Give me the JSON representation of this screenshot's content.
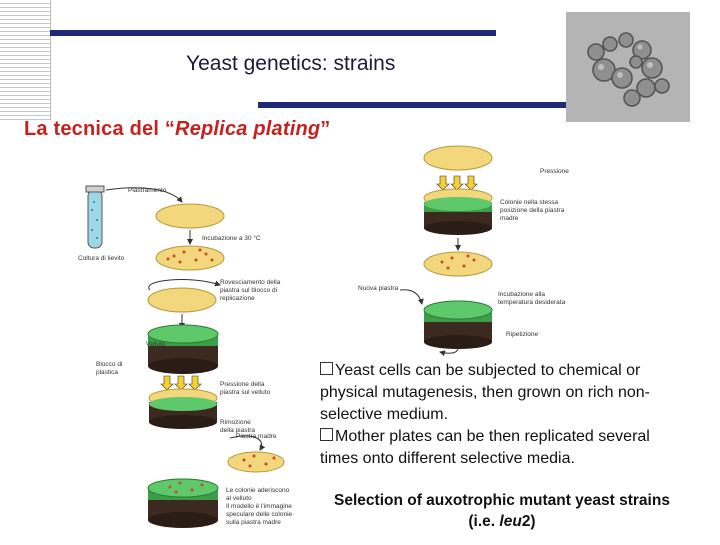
{
  "slide": {
    "title": "Yeast genetics: strains",
    "banner_prefix": "La tecnica del “",
    "banner_italic": "Replica plating",
    "banner_suffix": "”"
  },
  "diagram_labels": {
    "plastramento": "Plastramento",
    "incubazione": "Incubazione a 30 °C",
    "coltura": "Coltura di lievito",
    "rovesciamento": [
      "Rovesciamento della",
      "piastra sul blocco di",
      "replicazione"
    ],
    "velluto": "Velluto",
    "blocco": [
      "Blocco di",
      "plastica"
    ],
    "pressione_velluto": [
      "Pressione della",
      "piastra sul velluto"
    ],
    "piastra_madre": "Piastra madre",
    "rimozione": [
      "Rimozione",
      "della piastra"
    ],
    "colonie_aderiscono": [
      "Le colonie aderiscono",
      "al velluto",
      "Il modello è l'immagine",
      "speculare delle colonie",
      "sulla piastra madre"
    ],
    "pressione": "Pressione",
    "colonie_stessa": [
      "Colonie nella stessa",
      "posizione della piastra",
      "madre"
    ],
    "nuova_piastra": "Nuova piastra",
    "incubazione_temp": [
      "Incubazione alla",
      "temperatura desiderata"
    ],
    "ripetizione": "Ripetizione"
  },
  "bullets": [
    "Yeast cells can be subjected to chemical or physical mutagenesis, then grown on rich non-selective medium.",
    "Mother plates can be then replicated several times onto different selective media."
  ],
  "caption": {
    "text": "Selection of auxotrophic mutant yeast strains (i.e. ",
    "italic": "leu",
    "after": "2)"
  }
}
